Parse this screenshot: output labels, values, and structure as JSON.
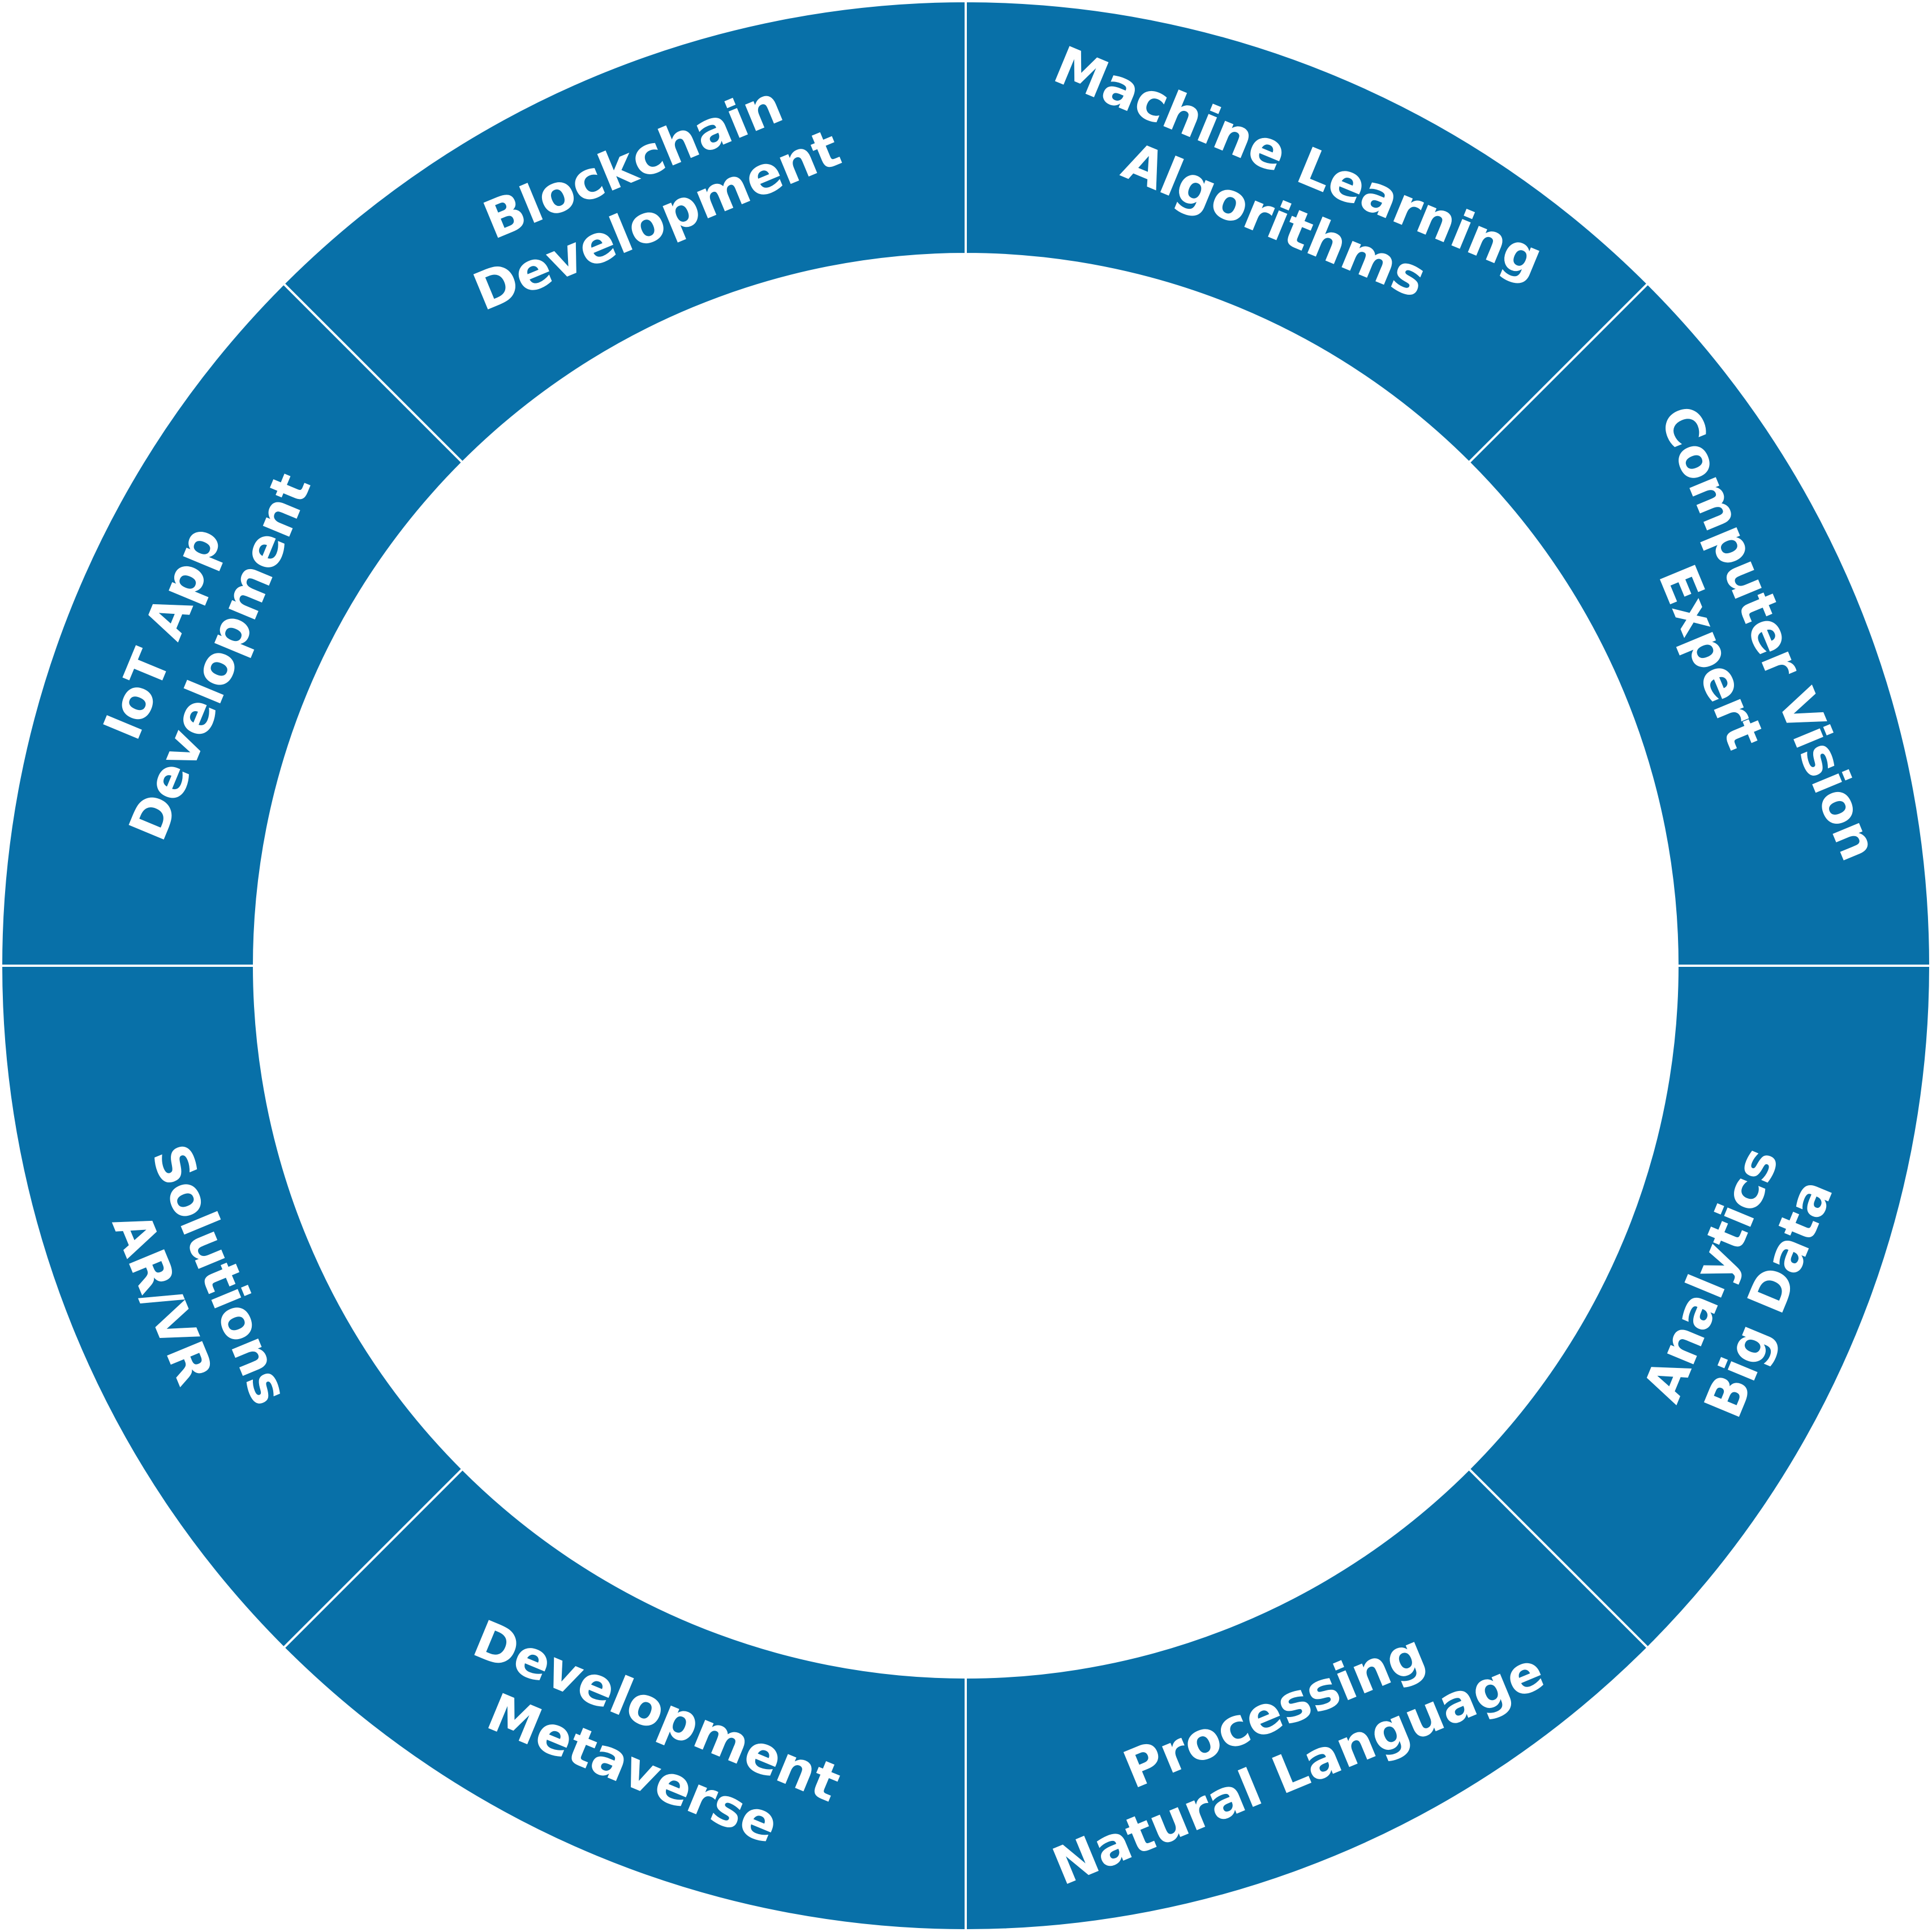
{
  "ring": {
    "fill_color": "#0870A8",
    "divider_color": "#ffffff",
    "segments": [
      {
        "name": "machine-learning-algorithms",
        "lines": [
          "Machine Learning",
          "Algorithms"
        ]
      },
      {
        "name": "computer-vision-expert",
        "lines": [
          "Computer Vision",
          "Expert"
        ]
      },
      {
        "name": "big-data-analytics",
        "lines": [
          "Big Data",
          "Analytics"
        ]
      },
      {
        "name": "natural-language-processing",
        "lines": [
          "Natural Language",
          "Processing"
        ]
      },
      {
        "name": "metaverse-development",
        "lines": [
          "Metaverse",
          "Development"
        ]
      },
      {
        "name": "ar-vr-solutions",
        "lines": [
          "AR/VR",
          "Solutions"
        ]
      },
      {
        "name": "iot-app-development",
        "lines": [
          "IoT App",
          "Development"
        ]
      },
      {
        "name": "blockchain-development",
        "lines": [
          "Blockchain",
          "Development"
        ]
      }
    ]
  }
}
